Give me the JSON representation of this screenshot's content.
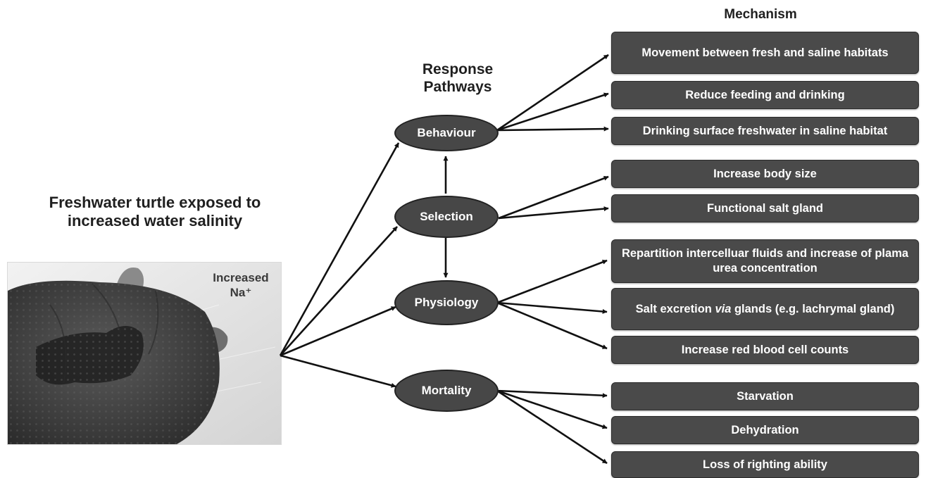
{
  "source": {
    "title": "Freshwater turtle exposed to increased water salinity",
    "stimulus": "Increased Na⁺"
  },
  "pathways": {
    "heading": "Response Pathways",
    "nodes": {
      "behaviour": "Behaviour",
      "selection": "Selection",
      "physiology": "Physiology",
      "mortality": "Mortality"
    }
  },
  "mechanism": {
    "heading": "Mechanism",
    "items": {
      "movement": "Movement between fresh and saline habitats",
      "reduce_feeding": "Reduce feeding and drinking",
      "drinking_surface": "Drinking surface freshwater in saline habitat",
      "body_size": "Increase body size",
      "salt_gland": "Functional salt gland",
      "repartition": "Repartition intercelluar fluids and increase of plama urea concentration",
      "salt_excretion_prefix": "Salt excretion ",
      "salt_excretion_italic": "via",
      "salt_excretion_suffix": " glands (e.g. lachrymal gland)",
      "red_blood": "Increase red blood cell counts",
      "starvation": "Starvation",
      "dehydration": "Dehydration",
      "righting": "Loss of righting ability"
    }
  },
  "colors": {
    "box_fill": "#4a4a4a",
    "node_fill": "#474747",
    "arrow": "#111111",
    "text_on_dark": "#ffffff"
  }
}
